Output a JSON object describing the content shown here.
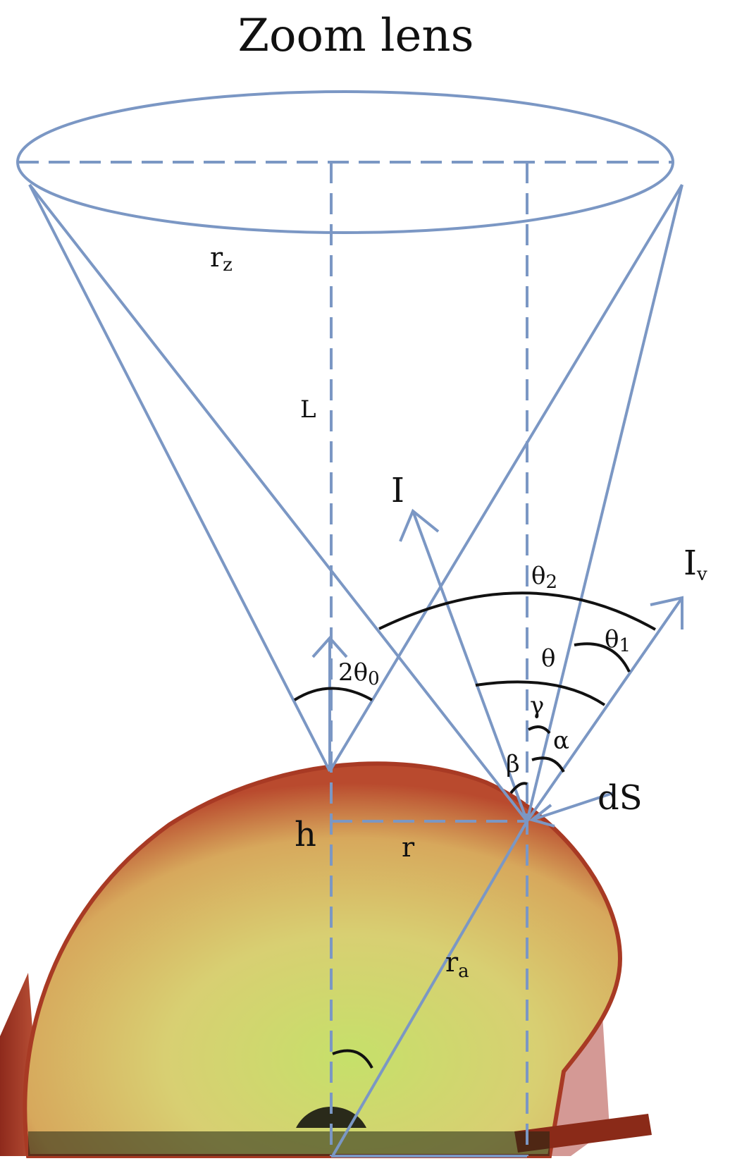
{
  "title": "Zoom lens",
  "labels": {
    "rz": "r",
    "rz_sub": "z",
    "L": "L",
    "I": "I",
    "Iv": "I",
    "Iv_sub": "v",
    "theta2": "θ",
    "theta2_sub": "2",
    "theta1": "θ",
    "theta1_sub": "1",
    "theta": "θ",
    "two_theta0": "2θ",
    "two_theta0_sub": "0",
    "gamma": "γ",
    "alpha": "α",
    "beta": "β",
    "dS": "dS",
    "h": "h",
    "r": "r",
    "ra": "r",
    "ra_sub": "a"
  },
  "colors": {
    "line": "#7b97c4",
    "arc": "#111111",
    "fruit_flesh": "#d9c26a",
    "fruit_center": "#b9d86a",
    "fruit_skin": "#b8442b"
  }
}
